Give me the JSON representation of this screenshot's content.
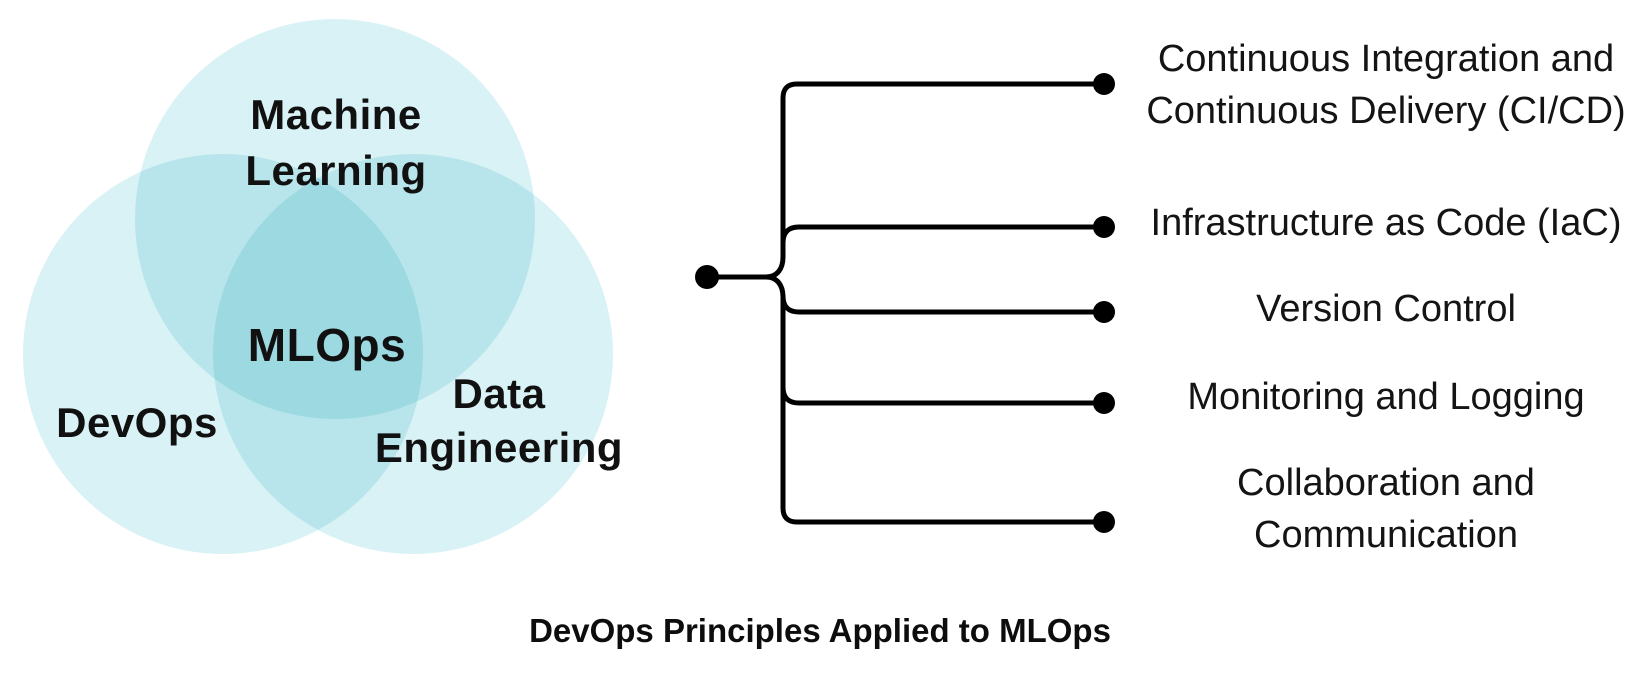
{
  "title": "DevOps Principles Applied to MLOps",
  "venn": {
    "circle_fill": "#d9f2f5",
    "overlap_fill_2": "#bce6ec",
    "overlap_fill_3": "#a2dde6",
    "machine_learning": "Machine\nLearning",
    "devops": "DevOps",
    "data_engineering": "Data\nEngineering",
    "center": "MLOps"
  },
  "principles": {
    "line_color": "#000000",
    "items": [
      "Continuous Integration and\nContinuous Delivery (CI/CD)",
      "Infrastructure as Code (IaC)",
      "Version Control",
      "Monitoring and Logging",
      "Collaboration and\nCommunication"
    ]
  }
}
